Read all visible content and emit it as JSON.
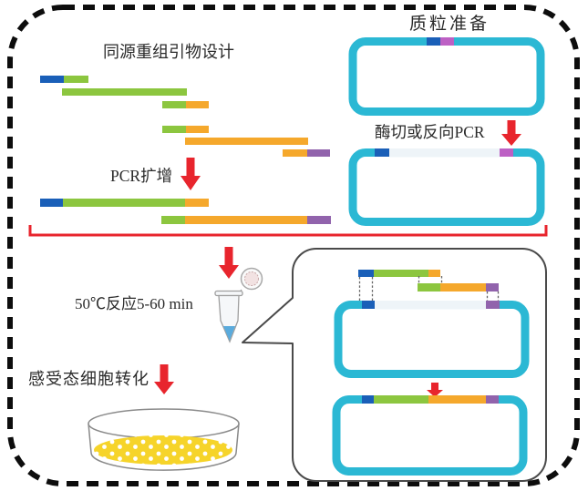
{
  "labels": {
    "primer_design": "同源重组引物设计",
    "plasmid_prep": "质粒准备",
    "digest": "酶切或反向PCR",
    "pcr": "PCR扩增",
    "reaction": "50℃反应5-60 min",
    "transform": "感受态细胞转化"
  },
  "colors": {
    "cyan": "#2bb8d4",
    "blue": "#1a5fb8",
    "green": "#8cc63f",
    "orange": "#f5a82c",
    "purple": "#9163ac",
    "magenta": "#bd60c4",
    "red": "#e8252d",
    "yellow": "#f6d42a",
    "outline": "#4a4a4a",
    "text": "#2a2a2a"
  },
  "icons": {
    "down_arrow": "red-down-arrow",
    "tube": "microcentrifuge-tube",
    "dish": "petri-dish-with-colonies",
    "bubble": "zoom-callout-bubble",
    "plasmid": "plasmid-circle"
  }
}
